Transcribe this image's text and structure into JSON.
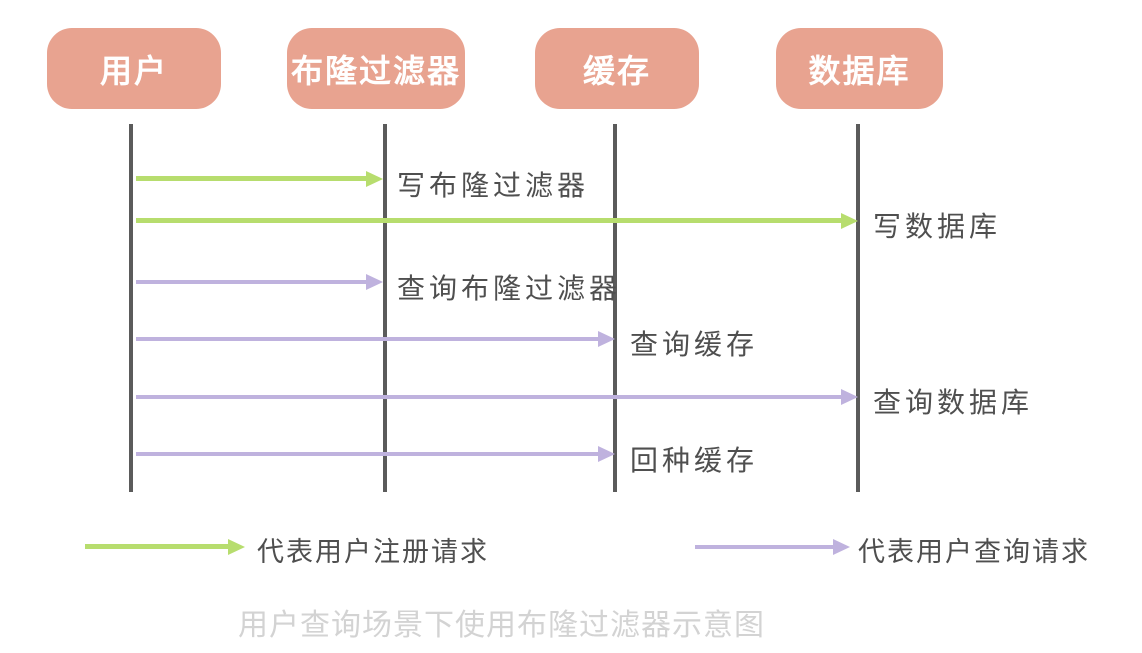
{
  "diagram": {
    "type": "sequence-diagram",
    "caption": "用户查询场景下使用布隆过滤器示意图",
    "actors": [
      {
        "id": "user",
        "label": "用户"
      },
      {
        "id": "bloom-filter",
        "label": "布隆过滤器"
      },
      {
        "id": "cache",
        "label": "缓存"
      },
      {
        "id": "database",
        "label": "数据库"
      }
    ],
    "messages": [
      {
        "from": "用户",
        "to": "布隆过滤器",
        "label": "写布隆过滤器",
        "type": "register"
      },
      {
        "from": "用户",
        "to": "数据库",
        "label": "写数据库",
        "type": "register"
      },
      {
        "from": "用户",
        "to": "布隆过滤器",
        "label": "查询布隆过滤器",
        "type": "query"
      },
      {
        "from": "用户",
        "to": "缓存",
        "label": "查询缓存",
        "type": "query"
      },
      {
        "from": "用户",
        "to": "数据库",
        "label": "查询数据库",
        "type": "query"
      },
      {
        "from": "用户",
        "to": "缓存",
        "label": "回种缓存",
        "type": "query"
      }
    ],
    "legend": [
      {
        "type": "register",
        "label": "代表用户注册请求",
        "arrow_color": "#b7dd6e"
      },
      {
        "type": "query",
        "label": "代表用户查询请求",
        "arrow_color": "#bfb2de"
      }
    ],
    "colors": {
      "actor_fill": "#e8a390",
      "actor_text": "#ffffff",
      "register_arrow": "#b7dd6e",
      "query_arrow": "#bfb2de",
      "lifeline": "#5b5b5b",
      "label_text": "#4f4f4f",
      "caption_text": "#d3d3d3",
      "background": "#ffffff"
    }
  }
}
